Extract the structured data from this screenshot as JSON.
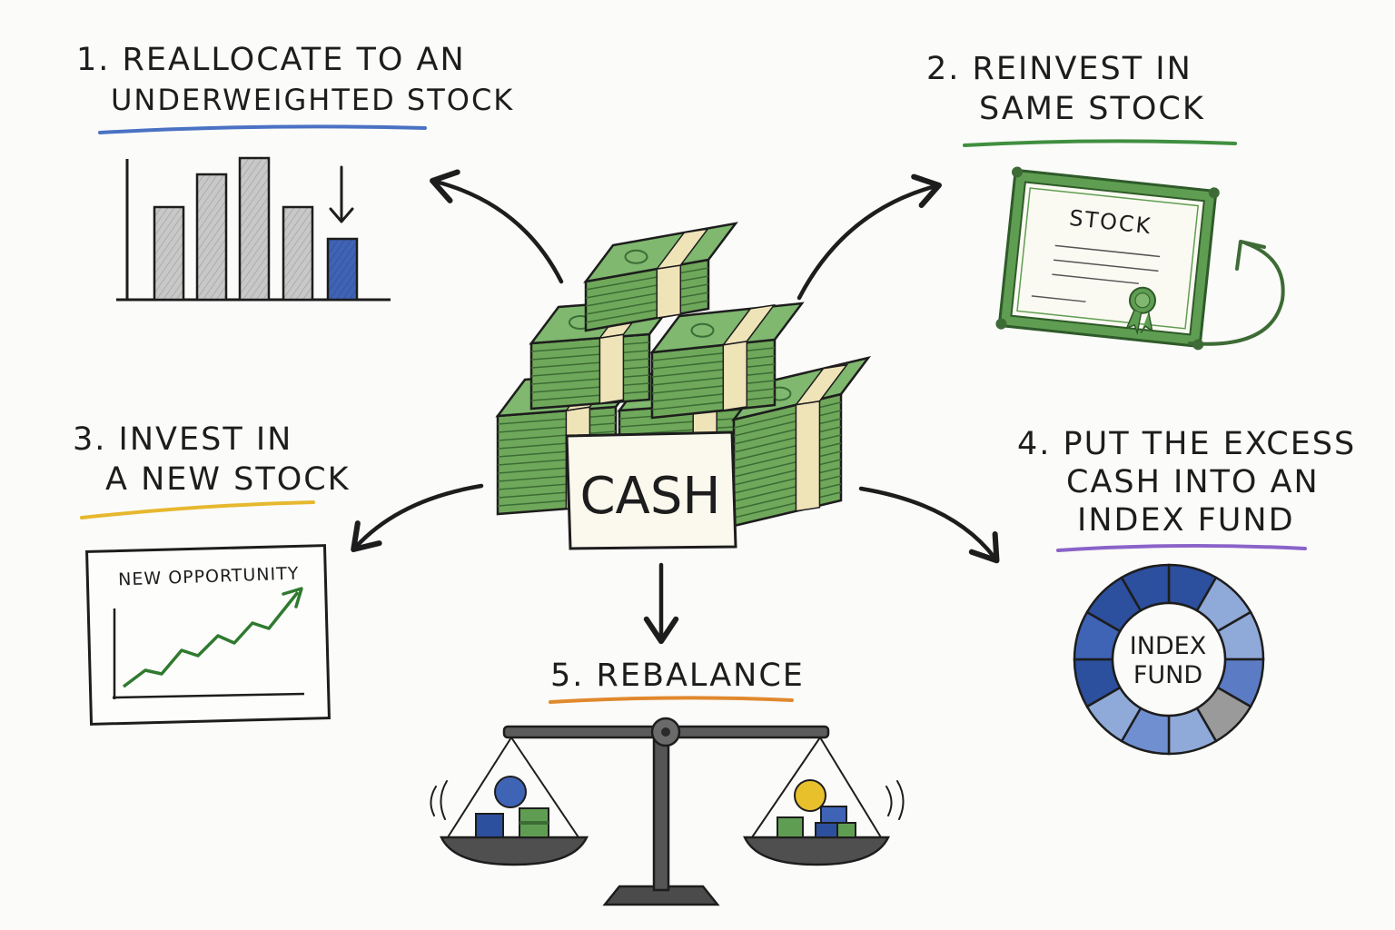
{
  "steps": [
    {
      "number": "1.",
      "lines": [
        "REALLOCATE TO AN",
        "UNDERWEIGHTED STOCK"
      ],
      "underline_color": "#4a72c4"
    },
    {
      "number": "2.",
      "lines": [
        "REINVEST IN",
        "SAME STOCK"
      ],
      "underline_color": "#3f8f3f"
    },
    {
      "number": "3.",
      "lines": [
        "INVEST IN",
        "A NEW STOCK"
      ],
      "underline_color": "#e6b82e"
    },
    {
      "number": "4.",
      "lines": [
        "PUT THE EXCESS",
        "CASH INTO AN",
        "INDEX FUND"
      ],
      "underline_color": "#8a63c9"
    },
    {
      "number": "5.",
      "lines": [
        "REBALANCE"
      ],
      "underline_color": "#e0892d"
    }
  ],
  "center": {
    "label": "CASH"
  },
  "certificate": {
    "label": "STOCK"
  },
  "opportunity_chart": {
    "label": "NEW OPPORTUNITY"
  },
  "index_fund": {
    "label_line1": "INDEX",
    "label_line2": "FUND"
  },
  "colors": {
    "money_green": "#6fa85a",
    "money_dark": "#3d6b35",
    "band": "#efe3b8",
    "bar_gray": "#c8c8c8",
    "bar_blue": "#3f63b5",
    "ink": "#1d1d1d",
    "cert_green": "#5f9e52",
    "fund_dark": "#2c4f9e",
    "fund_light": "#8fa9d8",
    "fund_gray": "#9a9a9a",
    "coin_yellow": "#e8c02c"
  }
}
